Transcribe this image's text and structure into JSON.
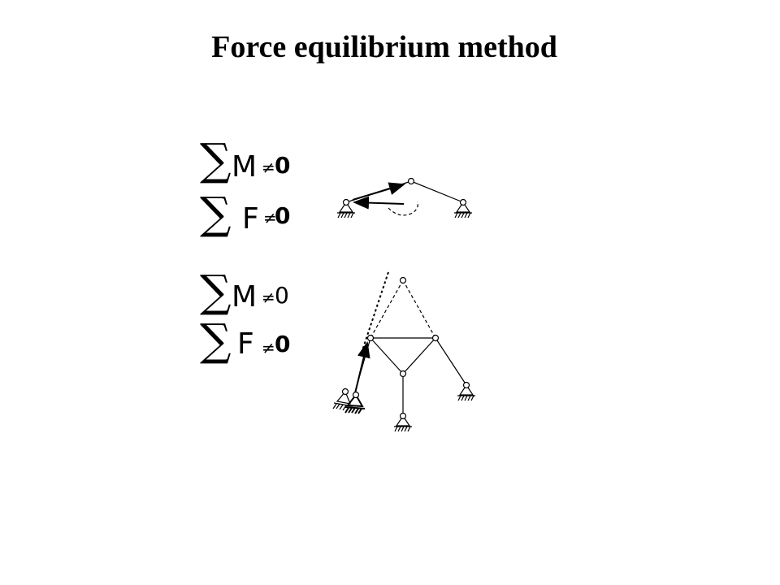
{
  "title": "Force equilibrium method",
  "equations": [
    {
      "sigma": "∑",
      "symbol": "M",
      "neq": "≠",
      "value": "0"
    },
    {
      "sigma": "∑",
      "symbol": "F",
      "neq": "≠",
      "value": "0"
    },
    {
      "sigma": "∑",
      "symbol": "M",
      "neq": "≠",
      "value": "0"
    },
    {
      "sigma": "∑",
      "symbol": "F",
      "neq": "≠",
      "value": "0"
    }
  ]
}
